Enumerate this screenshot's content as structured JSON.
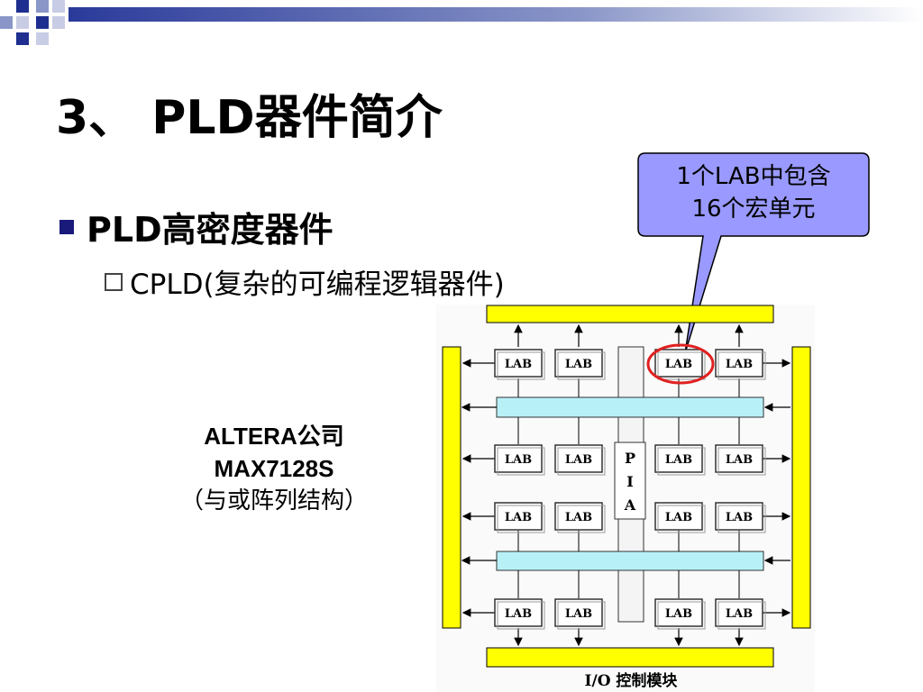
{
  "slide": {
    "title": "3、 PLD器件简介",
    "bullet_level1": "PLD高密度器件",
    "bullet_level2": "CPLD(复杂的可编程逻辑器件)",
    "side_label": {
      "line1": "ALTERA公司",
      "line2": "MAX7128S",
      "line3": "（与或阵列结构）"
    },
    "callout": {
      "line1": "1个LAB中包含",
      "line2": "16个宏单元"
    }
  },
  "diagram": {
    "lab_label": "LAB",
    "pia_letters": [
      "P",
      "I",
      "A"
    ],
    "io_label": "I/O 控制模块",
    "colors": {
      "io_bar": "#ffff00",
      "pia_bus": "#b8f0f8",
      "callout_fill": "#9999ff",
      "highlight_ring": "#e02020",
      "title_deco_blue": "#1f2f8f"
    }
  }
}
